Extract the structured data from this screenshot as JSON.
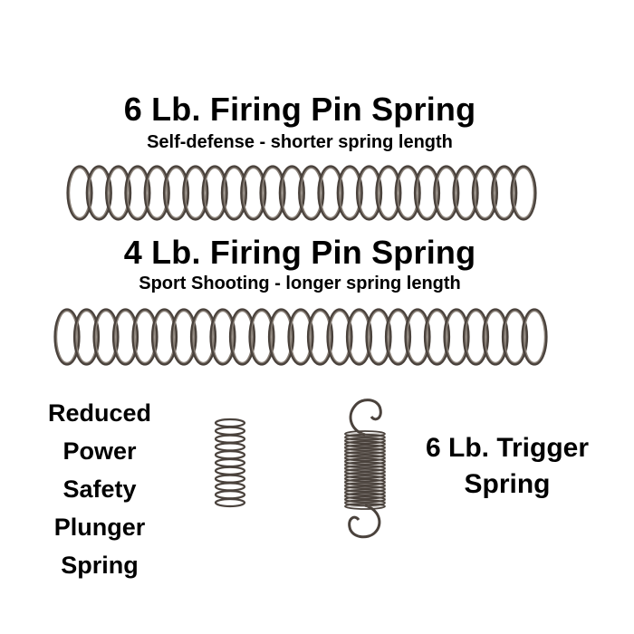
{
  "firing_pin_6lb": {
    "title": "6 Lb. Firing Pin Spring",
    "subtitle": "Self-defense - shorter spring length"
  },
  "firing_pin_4lb": {
    "title": "4 Lb. Firing Pin Spring",
    "subtitle": "Sport Shooting - longer spring length"
  },
  "safety_plunger": {
    "label": "Reduced Power Safety Plunger Spring"
  },
  "trigger_spring": {
    "label": "6 Lb. Trigger Spring"
  },
  "colors": {
    "background": "#ffffff",
    "text": "#000000",
    "spring_metal": "#8a8178",
    "spring_dark": "#4a423c"
  }
}
